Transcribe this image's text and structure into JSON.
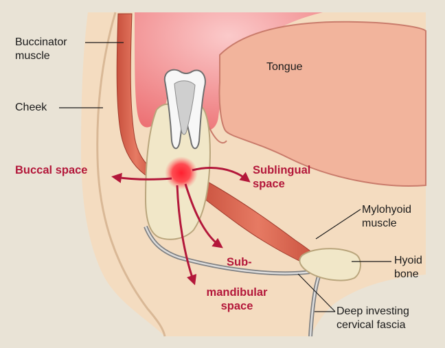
{
  "labels": {
    "buccinator": "Buccinator\nmuscle",
    "cheek": "Cheek",
    "tongue": "Tongue",
    "buccal_space": "Buccal space",
    "sublingual_space": "Sublingual\nspace",
    "mylohyoid": "Mylohyoid\nmuscle",
    "hyoid": "Hyoid\nbone",
    "submandibular_part1": "Sub-",
    "submandibular_part2": "mandibular\nspace",
    "fascia": "Deep investing\ncervical fascia"
  },
  "colors": {
    "background": "#e9e3d6",
    "soft_tissue": "#f4dcc0",
    "tongue": "#f2b49c",
    "mouth": "#f07a7a",
    "muscle": "#d9614c",
    "bone": "#f1e7c8",
    "infection": "#ff2a3a",
    "arrow": "#b3173a",
    "fascia": "#8d8e90"
  }
}
